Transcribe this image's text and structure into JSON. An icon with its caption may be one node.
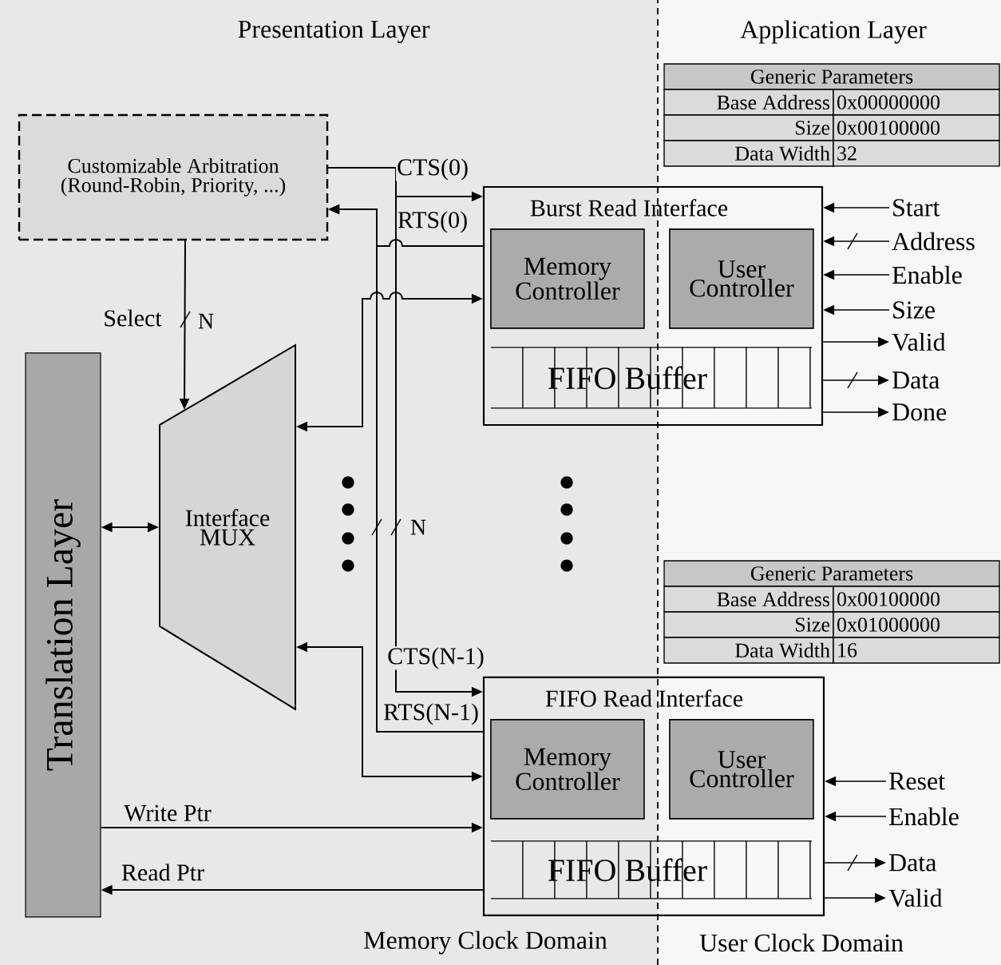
{
  "diagram": {
    "nodes": [
      {
        "text": [
          "Customizable Arbitration (Round-Robin, Priority, ...)"
        ]
      },
      {
        "text": [
          "Translation Layer"
        ]
      },
      {
        "text": [
          "Interface MUX"
        ]
      },
      {
        "text": [
          "Burst Read Interface"
        ]
      },
      {
        "text": [
          "Memory Controller"
        ],
        "in": 3
      },
      {
        "text": [
          "User Controller"
        ],
        "in": 3
      },
      {
        "text": [
          "FIFO Buffer"
        ],
        "in": 3
      },
      {
        "text": [
          "FIFO Read Interface"
        ]
      },
      {
        "text": [
          "Memory Controller"
        ],
        "in": 7
      },
      {
        "text": [
          "User Controller"
        ],
        "in": 7
      },
      {
        "text": [
          "FIFO Buffer"
        ],
        "in": 7
      },
      {
        "text": [
          "Start"
        ]
      },
      {
        "text": [
          "Address"
        ]
      },
      {
        "text": [
          "Enable"
        ]
      },
      {
        "text": [
          "Size"
        ]
      },
      {
        "text": [
          "Valid"
        ]
      },
      {
        "text": [
          "Data"
        ]
      },
      {
        "text": [
          "Done"
        ]
      },
      {
        "text": [
          "Reset"
        ]
      },
      {
        "text": [
          "Enable"
        ]
      },
      {
        "text": [
          "Data"
        ]
      },
      {
        "text": [
          "Valid"
        ]
      }
    ],
    "edges": [
      {
        "from": 0,
        "to": 3,
        "arrow": "to",
        "label": "CTS(0)"
      },
      {
        "from": 3,
        "to": 0,
        "arrow": "to",
        "label": "RTS(0)"
      },
      {
        "from": 0,
        "to": 2,
        "arrow": "to",
        "label": "Select"
      },
      {
        "from": 3,
        "to": 2,
        "arrow": "both"
      },
      {
        "from": 0,
        "to": 7,
        "arrow": "to",
        "label": "CTS(N-1)"
      },
      {
        "from": 7,
        "to": 0,
        "arrow": "to",
        "label": "RTS(N-1)"
      },
      {
        "from": 7,
        "to": 2,
        "arrow": "both"
      },
      {
        "from": 1,
        "to": 2,
        "arrow": "both"
      },
      {
        "from": 1,
        "to": 7,
        "arrow": "to",
        "label": "Write Ptr"
      },
      {
        "from": 7,
        "to": 1,
        "arrow": "to",
        "label": "Read Ptr"
      },
      {
        "from": 11,
        "to": 3,
        "arrow": "to"
      },
      {
        "from": 12,
        "to": 3,
        "arrow": "to"
      },
      {
        "from": 13,
        "to": 3,
        "arrow": "to"
      },
      {
        "from": 14,
        "to": 3,
        "arrow": "to"
      },
      {
        "from": 3,
        "to": 15,
        "arrow": "to"
      },
      {
        "from": 3,
        "to": 16,
        "arrow": "to"
      },
      {
        "from": 3,
        "to": 17,
        "arrow": "to"
      },
      {
        "from": 18,
        "to": 7,
        "arrow": "to"
      },
      {
        "from": 19,
        "to": 7,
        "arrow": "to"
      },
      {
        "from": 7,
        "to": 20,
        "arrow": "to"
      },
      {
        "from": 7,
        "to": 21,
        "arrow": "to"
      }
    ],
    "labels": [
      "Presentation Layer",
      "Application Layer",
      "Generic Parameters",
      "Base Address",
      "0x00000000",
      "Size",
      "0x00100000",
      "Data Width",
      "32",
      "N",
      "N",
      "Generic Parameters",
      "Base Address",
      "0x00100000",
      "Size",
      "0x01000000",
      "Data Width",
      "16",
      "Memory Clock Domain",
      "User Clock Domain"
    ]
  }
}
